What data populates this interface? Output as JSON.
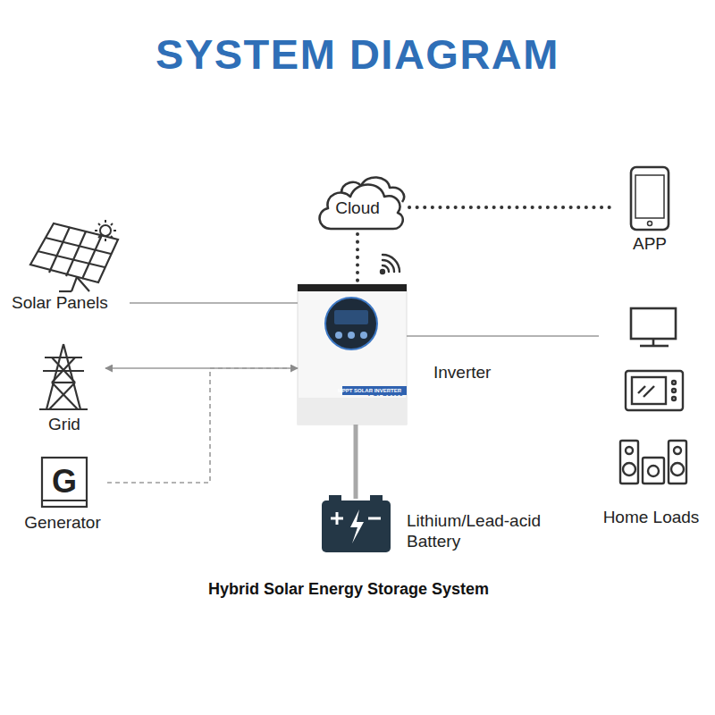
{
  "diagram": {
    "title": "SYSTEM DIAGRAM",
    "caption": "Hybrid Solar Energy Storage System",
    "nodes": [
      {
        "text": [
          "Cloud"
        ]
      },
      {
        "text": [
          "APP"
        ]
      },
      {
        "text": [
          "Solar Panels"
        ]
      },
      {
        "text": [
          "FGI-S5000",
          "MPPT SOLAR INVERTER",
          "Inverter"
        ]
      },
      {
        "text": [
          "Grid"
        ]
      },
      {
        "text": [
          "Home Loads"
        ]
      },
      {
        "text": [
          "G",
          "Generator"
        ]
      },
      {
        "text": [
          "Lithium/Lead-acid Battery"
        ]
      }
    ],
    "edges": [
      {
        "from": 0,
        "to": 1,
        "arrow": "none"
      },
      {
        "from": 0,
        "to": 3,
        "arrow": "none"
      },
      {
        "from": 2,
        "to": 3,
        "arrow": "none"
      },
      {
        "from": 3,
        "to": 4,
        "arrow": "to"
      },
      {
        "from": 3,
        "to": 5,
        "arrow": "none"
      },
      {
        "from": 6,
        "to": 3,
        "arrow": "to"
      },
      {
        "from": 3,
        "to": 7,
        "arrow": "none"
      }
    ]
  }
}
